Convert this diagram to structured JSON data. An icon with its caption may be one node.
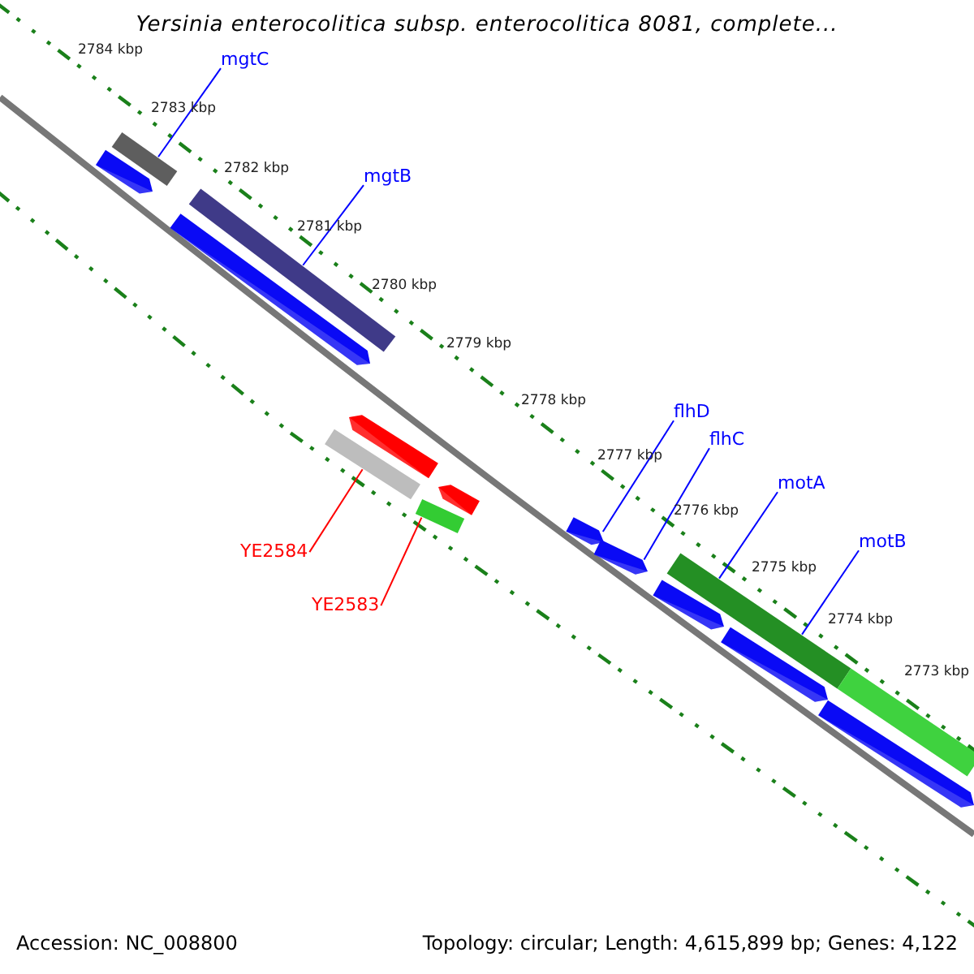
{
  "diagram": {
    "title": "Yersinia enterocolitica subsp. enterocolitica 8081, complete...",
    "nodes": [
      {
        "text": [
          "mgtC"
        ]
      },
      {
        "text": [
          "mgtB"
        ]
      },
      {
        "text": [
          "flhD"
        ]
      },
      {
        "text": [
          "flhC"
        ]
      },
      {
        "text": [
          "motA"
        ]
      },
      {
        "text": [
          "motB"
        ]
      },
      {
        "text": [
          "YE2584"
        ]
      },
      {
        "text": [
          "YE2583"
        ]
      },
      {
        "text": [],
        "shape": "bar"
      },
      {
        "text": [],
        "shape": "bar"
      },
      {
        "text": [],
        "shape": "bar"
      },
      {
        "text": [],
        "shape": "bar"
      },
      {
        "text": [],
        "shape": "bar"
      },
      {
        "text": [],
        "shape": "bar"
      },
      {
        "text": [],
        "shape": "bar"
      },
      {
        "text": [],
        "shape": "bar"
      },
      {
        "text": [],
        "shape": "bar"
      },
      {
        "text": [],
        "shape": "bar"
      },
      {
        "text": [],
        "shape": "bar"
      },
      {
        "text": [],
        "shape": "bar"
      },
      {
        "text": [],
        "shape": "bar"
      },
      {
        "text": [],
        "shape": "bar"
      },
      {
        "text": [],
        "shape": "bar"
      }
    ],
    "edges": [
      {
        "from": 0,
        "to": 9,
        "arrow": "none"
      },
      {
        "from": 1,
        "to": 11,
        "arrow": "none"
      },
      {
        "from": 2,
        "to": 16,
        "arrow": "none"
      },
      {
        "from": 3,
        "to": 17,
        "arrow": "none"
      },
      {
        "from": 4,
        "to": 19,
        "arrow": "none"
      },
      {
        "from": 5,
        "to": 19,
        "arrow": "none"
      },
      {
        "from": 6,
        "to": 12,
        "arrow": "none",
        "color": "#ff0000"
      },
      {
        "from": 7,
        "to": 14,
        "arrow": "none",
        "color": "#ff0000"
      }
    ],
    "labels": [
      "2784 kbp",
      "2783 kbp",
      "2782 kbp",
      "2781 kbp",
      "2780 kbp",
      "2779 kbp",
      "2778 kbp",
      "2777 kbp",
      "2776 kbp",
      "2775 kbp",
      "2774 kbp",
      "2773 kbp",
      "Accession: NC_008800",
      "Topology: circular; Length: 4,615,899 bp; Genes: 4,122"
    ]
  }
}
